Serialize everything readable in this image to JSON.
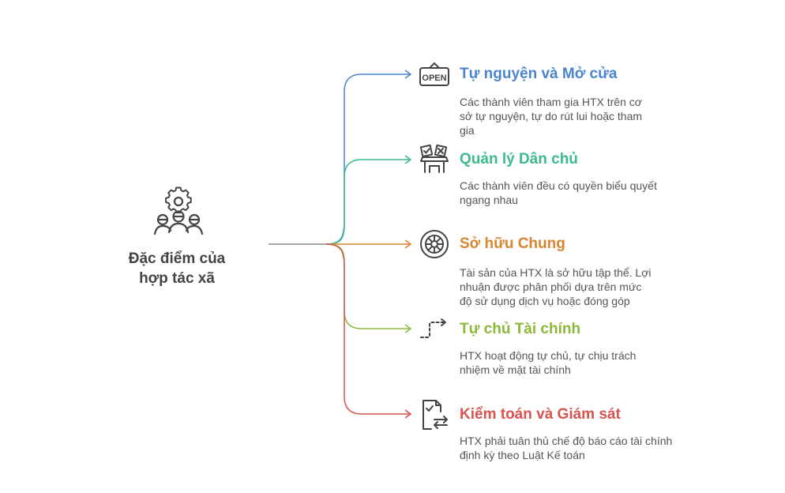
{
  "root": {
    "title_line1": "Đặc điểm của",
    "title_line2": "hợp tác xã",
    "icon": "cooperative-gear-people-icon"
  },
  "line_color": "#888888",
  "branches": [
    {
      "id": "open",
      "title": "Tự nguyện và Mở cửa",
      "desc_lines": [
        "Các thành viên tham gia HTX trên cơ",
        "sở tự nguyện, tự do rút lui hoặc tham",
        "gia"
      ],
      "color": "#4A86D0",
      "icon": "open-sign-icon",
      "icon_text": "OPEN"
    },
    {
      "id": "democracy",
      "title": "Quản lý Dân chủ",
      "desc_lines": [
        "Các thành viên đều có quyền biểu quyết",
        "ngang nhau"
      ],
      "color": "#3DBB8A",
      "icon": "ballot-box-icon"
    },
    {
      "id": "ownership",
      "title": "Sở hữu Chung",
      "desc_lines": [
        "Tài sản của HTX là sở hữu tập thể. Lợi",
        "nhuận được phân phối dựa trên mức",
        "độ sử dụng dịch vụ hoặc đóng góp"
      ],
      "color": "#D9852F",
      "icon": "shared-wheel-icon"
    },
    {
      "id": "finance",
      "title": "Tự chủ Tài chính",
      "desc_lines": [
        "HTX hoạt động tự chủ, tự chịu trách",
        "nhiệm về mặt tài chính"
      ],
      "color": "#8DB83A",
      "icon": "dashed-arrow-icon"
    },
    {
      "id": "audit",
      "title": "Kiểm toán và Giám sát",
      "desc_lines": [
        "HTX phải tuân thủ chế độ báo cáo tài chính",
        "định kỳ theo Luật Kế toán"
      ],
      "color": "#D9534F",
      "icon": "audit-document-icon"
    }
  ]
}
